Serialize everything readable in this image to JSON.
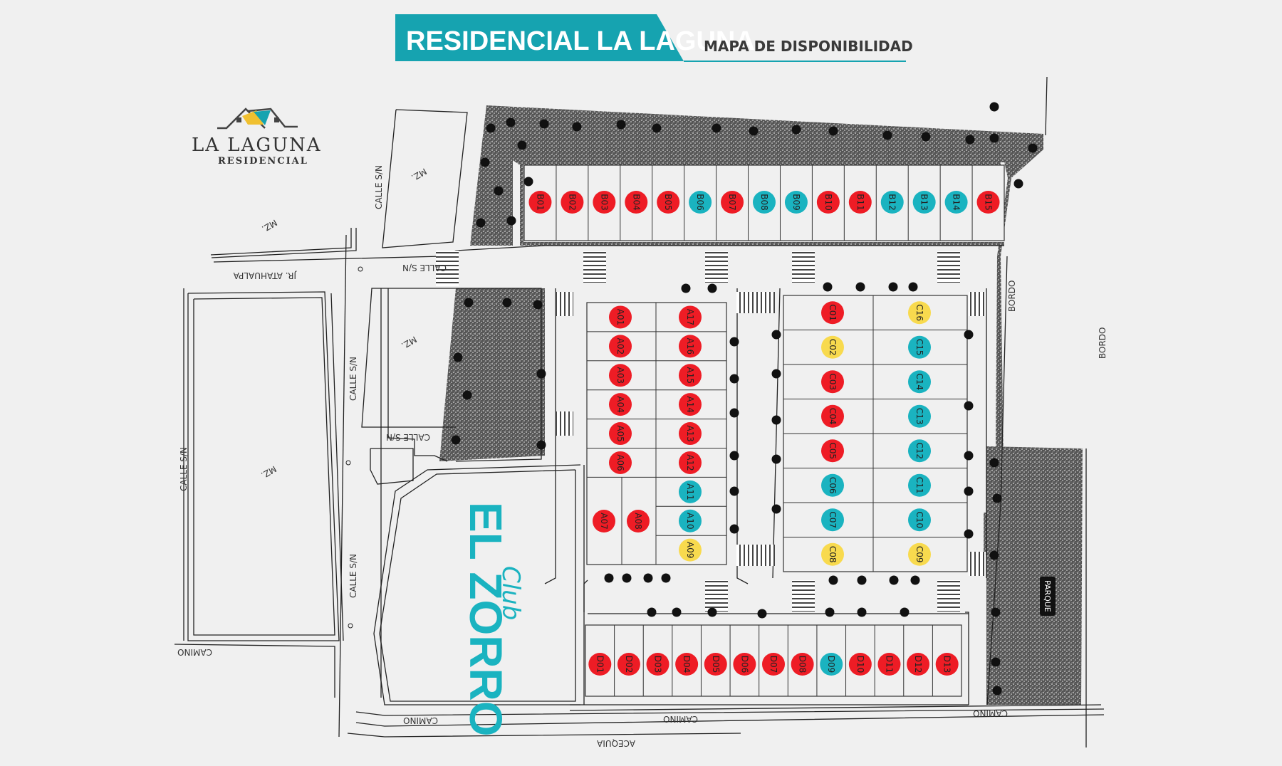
{
  "header": {
    "title": "RESIDENCIAL LA LAGUNA",
    "subtitle": "MAPA DE DISPONIBILIDAD",
    "accent_color": "#16a3b0"
  },
  "logo": {
    "name": "LA LAGUNA",
    "tagline": "RESIDENCIAL",
    "icon": "house-roof-icon"
  },
  "status_colors": {
    "vendido": "#ee1c25",
    "disponible": "#1ab3c0",
    "reservado": "#f8da4e"
  },
  "club": {
    "small": "Club",
    "large": "EL ZORRO"
  },
  "streets": {
    "calle_top": "CALLE S/N",
    "calle_mid": "CALLE S/N",
    "calle_left_top": "CALLE S/N",
    "calle_left_mid": "CALLE S/N",
    "calle_left_low": "CALLE S/N",
    "calle_far_left": "CALLE S/N",
    "atahualpa": "JR. ATAHUALPA",
    "camino_left": "CAMINO",
    "camino_bottom_left": "CAMINO",
    "camino_bottom_mid": "CAMINO",
    "camino_bottom_right": "CAMINO",
    "acequia": "ACEQUIA",
    "bordo1": "BORDO",
    "bordo2": "BORDO",
    "parque": "PARQUE",
    "mz1": "MZ.",
    "mz2": "MZ.",
    "mz3": "MZ.",
    "mz4": "MZ."
  },
  "blocks": {
    "B": [
      {
        "id": "B01",
        "status": "vendido"
      },
      {
        "id": "B02",
        "status": "vendido"
      },
      {
        "id": "B03",
        "status": "vendido"
      },
      {
        "id": "B04",
        "status": "vendido"
      },
      {
        "id": "B05",
        "status": "vendido"
      },
      {
        "id": "B06",
        "status": "disponible"
      },
      {
        "id": "B07",
        "status": "vendido"
      },
      {
        "id": "B08",
        "status": "disponible"
      },
      {
        "id": "B09",
        "status": "disponible"
      },
      {
        "id": "B10",
        "status": "vendido"
      },
      {
        "id": "B11",
        "status": "vendido"
      },
      {
        "id": "B12",
        "status": "disponible"
      },
      {
        "id": "B13",
        "status": "disponible"
      },
      {
        "id": "B14",
        "status": "disponible"
      },
      {
        "id": "B15",
        "status": "vendido"
      }
    ],
    "A_left": [
      {
        "id": "A01",
        "status": "vendido"
      },
      {
        "id": "A02",
        "status": "vendido"
      },
      {
        "id": "A03",
        "status": "vendido"
      },
      {
        "id": "A04",
        "status": "vendido"
      },
      {
        "id": "A05",
        "status": "vendido"
      },
      {
        "id": "A06",
        "status": "vendido"
      }
    ],
    "A_right": [
      {
        "id": "A17",
        "status": "vendido"
      },
      {
        "id": "A16",
        "status": "vendido"
      },
      {
        "id": "A15",
        "status": "vendido"
      },
      {
        "id": "A14",
        "status": "vendido"
      },
      {
        "id": "A13",
        "status": "vendido"
      },
      {
        "id": "A12",
        "status": "vendido"
      },
      {
        "id": "A11",
        "status": "disponible"
      },
      {
        "id": "A10",
        "status": "disponible"
      },
      {
        "id": "A09",
        "status": "reservado"
      }
    ],
    "A_bottom": [
      {
        "id": "A07",
        "status": "vendido"
      },
      {
        "id": "A08",
        "status": "vendido"
      }
    ],
    "C_left": [
      {
        "id": "C01",
        "status": "vendido"
      },
      {
        "id": "C02",
        "status": "reservado"
      },
      {
        "id": "C03",
        "status": "vendido"
      },
      {
        "id": "C04",
        "status": "vendido"
      },
      {
        "id": "C05",
        "status": "vendido"
      },
      {
        "id": "C06",
        "status": "disponible"
      },
      {
        "id": "C07",
        "status": "disponible"
      },
      {
        "id": "C08",
        "status": "reservado"
      }
    ],
    "C_right": [
      {
        "id": "C16",
        "status": "reservado"
      },
      {
        "id": "C15",
        "status": "disponible"
      },
      {
        "id": "C14",
        "status": "disponible"
      },
      {
        "id": "C13",
        "status": "disponible"
      },
      {
        "id": "C12",
        "status": "disponible"
      },
      {
        "id": "C11",
        "status": "disponible"
      },
      {
        "id": "C10",
        "status": "disponible"
      },
      {
        "id": "C09",
        "status": "reservado"
      }
    ],
    "D": [
      {
        "id": "D01",
        "status": "vendido"
      },
      {
        "id": "D02",
        "status": "vendido"
      },
      {
        "id": "D03",
        "status": "vendido"
      },
      {
        "id": "D04",
        "status": "vendido"
      },
      {
        "id": "D05",
        "status": "vendido"
      },
      {
        "id": "D06",
        "status": "vendido"
      },
      {
        "id": "D07",
        "status": "vendido"
      },
      {
        "id": "D08",
        "status": "vendido"
      },
      {
        "id": "D09",
        "status": "disponible"
      },
      {
        "id": "D10",
        "status": "vendido"
      },
      {
        "id": "D11",
        "status": "vendido"
      },
      {
        "id": "D12",
        "status": "vendido"
      },
      {
        "id": "D13",
        "status": "vendido"
      }
    ]
  }
}
